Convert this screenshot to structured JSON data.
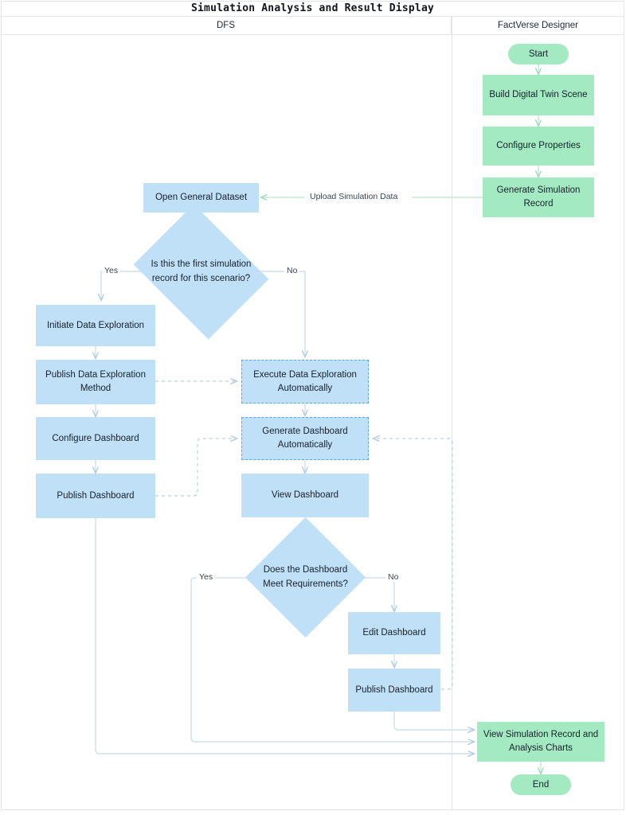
{
  "diagram": {
    "title": "Simulation Analysis and Result Display",
    "type": "swimlane-flowchart",
    "colors": {
      "lane_border": "#e2e4e8",
      "node_blue": "#bfe0f7",
      "node_green": "#a3e9c2",
      "edge_blue": "#c8dbe8",
      "edge_green": "#b6e3c8",
      "dashed_edge": "#b9cfdd",
      "text": "#17212b"
    },
    "lanes": [
      {
        "id": "dfs",
        "label": "DFS"
      },
      {
        "id": "factverse",
        "label": "FactVerse Designer"
      }
    ]
  },
  "nodes": {
    "start": {
      "label": "Start",
      "lane": "factverse",
      "shape": "pill",
      "color": "green"
    },
    "build_scene": {
      "label": "Build Digital Twin Scene",
      "lane": "factverse",
      "shape": "rect",
      "color": "green"
    },
    "configure_properties": {
      "label": "Configure Properties",
      "lane": "factverse",
      "shape": "rect",
      "color": "green"
    },
    "generate_record": {
      "label": "Generate Simulation Record",
      "lane": "factverse",
      "shape": "rect",
      "color": "green"
    },
    "open_dataset": {
      "label": "Open General Dataset",
      "lane": "dfs",
      "shape": "rect",
      "color": "blue"
    },
    "first_record_decision": {
      "label": "Is this the first simulation record for this scenario?",
      "lane": "dfs",
      "shape": "diamond",
      "color": "blue"
    },
    "initiate_exploration": {
      "label": "Initiate Data Exploration",
      "lane": "dfs",
      "shape": "rect",
      "color": "blue"
    },
    "publish_method": {
      "label": "Publish Data Exploration Method",
      "lane": "dfs",
      "shape": "rect",
      "color": "blue"
    },
    "configure_dashboard": {
      "label": "Configure Dashboard",
      "lane": "dfs",
      "shape": "rect",
      "color": "blue"
    },
    "publish_dashboard_left": {
      "label": "Publish Dashboard",
      "lane": "dfs",
      "shape": "rect",
      "color": "blue"
    },
    "execute_exploration": {
      "label": "Execute Data Exploration Automatically",
      "lane": "dfs",
      "shape": "rect",
      "color": "blue",
      "border": "dashed"
    },
    "generate_dashboard": {
      "label": "Generate Dashboard Automatically",
      "lane": "dfs",
      "shape": "rect",
      "color": "blue",
      "border": "dashed"
    },
    "view_dashboard": {
      "label": "View Dashboard",
      "lane": "dfs",
      "shape": "rect",
      "color": "blue"
    },
    "meets_requirements_decision": {
      "label": "Does the Dashboard Meet Requirements?",
      "lane": "dfs",
      "shape": "diamond",
      "color": "blue"
    },
    "edit_dashboard": {
      "label": "Edit Dashboard",
      "lane": "dfs",
      "shape": "rect",
      "color": "blue"
    },
    "publish_dashboard_right": {
      "label": "Publish Dashboard",
      "lane": "dfs",
      "shape": "rect",
      "color": "blue"
    },
    "view_record_charts": {
      "label": "View Simulation Record and Analysis Charts",
      "lane": "factverse",
      "shape": "rect",
      "color": "green"
    },
    "end": {
      "label": "End",
      "lane": "factverse",
      "shape": "pill",
      "color": "green"
    }
  },
  "edge_labels": {
    "upload": "Upload Simulation Data",
    "first_yes": "Yes",
    "first_no": "No",
    "meets_yes": "Yes",
    "meets_no": "No"
  },
  "edges": [
    {
      "from": "start",
      "to": "build_scene",
      "style": "solid"
    },
    {
      "from": "build_scene",
      "to": "configure_properties",
      "style": "solid"
    },
    {
      "from": "configure_properties",
      "to": "generate_record",
      "style": "solid"
    },
    {
      "from": "generate_record",
      "to": "open_dataset",
      "style": "solid",
      "label": "Upload Simulation Data"
    },
    {
      "from": "open_dataset",
      "to": "first_record_decision",
      "style": "solid"
    },
    {
      "from": "first_record_decision",
      "to": "initiate_exploration",
      "style": "solid",
      "label": "Yes"
    },
    {
      "from": "first_record_decision",
      "to": "execute_exploration",
      "style": "solid",
      "label": "No"
    },
    {
      "from": "initiate_exploration",
      "to": "publish_method",
      "style": "solid"
    },
    {
      "from": "publish_method",
      "to": "configure_dashboard",
      "style": "solid"
    },
    {
      "from": "configure_dashboard",
      "to": "publish_dashboard_left",
      "style": "solid"
    },
    {
      "from": "publish_method",
      "to": "execute_exploration",
      "style": "dashed"
    },
    {
      "from": "publish_dashboard_left",
      "to": "generate_dashboard",
      "style": "dashed"
    },
    {
      "from": "execute_exploration",
      "to": "generate_dashboard",
      "style": "solid"
    },
    {
      "from": "generate_dashboard",
      "to": "view_dashboard",
      "style": "solid"
    },
    {
      "from": "view_dashboard",
      "to": "meets_requirements_decision",
      "style": "solid"
    },
    {
      "from": "meets_requirements_decision",
      "to": "view_record_charts",
      "style": "solid",
      "label": "Yes"
    },
    {
      "from": "meets_requirements_decision",
      "to": "edit_dashboard",
      "style": "solid",
      "label": "No"
    },
    {
      "from": "edit_dashboard",
      "to": "publish_dashboard_right",
      "style": "solid"
    },
    {
      "from": "publish_dashboard_right",
      "to": "generate_dashboard",
      "style": "dashed"
    },
    {
      "from": "publish_dashboard_right",
      "to": "view_record_charts",
      "style": "solid"
    },
    {
      "from": "publish_dashboard_left",
      "to": "view_record_charts",
      "style": "solid"
    },
    {
      "from": "view_record_charts",
      "to": "end",
      "style": "solid"
    }
  ]
}
